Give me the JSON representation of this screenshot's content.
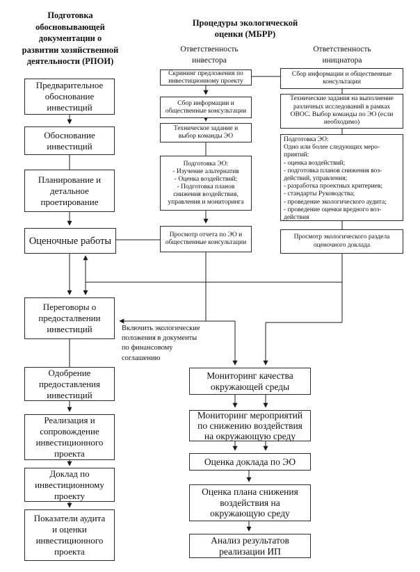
{
  "titles": {
    "left": "Подготовка\nобосновывающей\nдокументации о\nразвитии хозяйственной\nдеятельности (РПОИ)",
    "center": "Процедуры экологической\nоценки (МБРР)",
    "investor": "Ответственность\nинвестора",
    "initiator": "Ответственность\nинициатора"
  },
  "left_column": {
    "boxes": [
      {
        "text": "Предварительное\nобоснование\nинвестиций"
      },
      {
        "text": "Обоснование\nинвестиций"
      },
      {
        "text": "Планирование и\nдетальное\nпроетирование"
      },
      {
        "text": "Оценочные работы"
      },
      {
        "text": "Переговоры о\nпредосталвении\nинвестиций"
      },
      {
        "text": "Одобрение\nпредоставления\nинвестиций"
      },
      {
        "text": "Реализация и\nсопровождение\nинвестиционного\nпроекта"
      },
      {
        "text": "Доклад по\nинвестиционному\nпроекту"
      },
      {
        "text": "Показатели аудита\nи оценки\nинвестиционного\nпроекта"
      }
    ]
  },
  "investor_column": {
    "boxes": [
      {
        "text": "Скрининг предложения по\nинвестиционному проекту"
      },
      {
        "text": "Сбор информации и\nобщественные консультации"
      },
      {
        "text": "Техническое задание и\nвыбор команды ЭО"
      },
      {
        "text": "Подготовка ЭО:\n- Изучение альтернатив\n- Оценка воздействий;\n- Подготовка планов\nснижения воздействия,\nуправления и мониторинга"
      },
      {
        "text": "Просмотр отчета по ЭО и\nобщественные консультации"
      }
    ]
  },
  "initiator_column": {
    "boxes": [
      {
        "text": "Сбор информации и общественные\nконсультации"
      },
      {
        "text": "Технические задания на выполнение\nразличных исследований в рамках\nОВОС. Выбор команды по ЭО (если\nнеобходимо)"
      },
      {
        "text": "Подготовка ЭО:\nОдно или более следующих меро-\nприятий:\n- оценка воздействий;\n- подготовка планов снижения воз-\nдействий, управления;\n- разработка проектных критериев;\n- стандарты Руководства;\n- проведение экологического аудита;\n- проведение оценки вредного воз-\nдействия"
      },
      {
        "text": "Просмотр экологического раздела\nоценочного доклада"
      }
    ]
  },
  "monitoring_column": {
    "boxes": [
      {
        "text": "Мониторинг качества\nокружающей среды"
      },
      {
        "text": "Мониторинг мероприятий\nпо снижению воздействия\nна окружающую среду"
      },
      {
        "text": "Оценка доклада по ЭО"
      },
      {
        "text": "Оценка плана снижения\nвоздействия на\nокружающую среду"
      },
      {
        "text": "Анализ результатов\nреализации ИП"
      }
    ]
  },
  "note": {
    "text": "Включить экологические\nположения в документы\nпо финансовому\nсоглашению"
  },
  "colors": {
    "line": "#1a1a1a",
    "text": "#111111",
    "background": "#ffffff"
  }
}
